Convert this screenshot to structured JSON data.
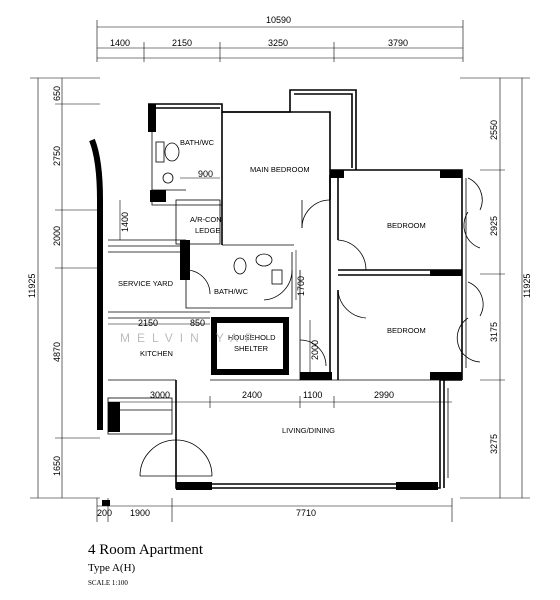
{
  "dimensions": {
    "top_total": "10590",
    "top": [
      "1400",
      "2150",
      "3250",
      "3790"
    ],
    "left_total": "11925",
    "left": [
      "650",
      "2750",
      "2000",
      "4870",
      "1650"
    ],
    "right_total": "11925",
    "right": [
      "2550",
      "2925",
      "3175",
      "3275"
    ],
    "bottom": [
      "200",
      "1900",
      "7710"
    ],
    "inner": {
      "bath_900": "900",
      "aircon_1400": "1400",
      "kitchen_2150": "2150",
      "kitchen_850": "850",
      "corridor_1700": "1700",
      "shelter_2000": "2000",
      "living_3000": "3000",
      "living_2400": "2400",
      "living_1100": "1100",
      "living_2990": "2990"
    }
  },
  "rooms": {
    "bath_wc_1": "BATH/WC",
    "main_bedroom": "MAIN BEDROOM",
    "aircon_line1": "A/R-CON",
    "aircon_line2": "LEDGE",
    "bedroom_1": "BEDROOM",
    "bedroom_2": "BEDROOM",
    "service_yard": "SERVICE YARD",
    "bath_wc_2": "BATH/WC",
    "shelter_line1": "HOUSEHOLD",
    "shelter_line2": "SHELTER",
    "kitchen": "KITCHEN",
    "living_dining": "LIVING/DINING"
  },
  "watermark": "MELVIN  YAP",
  "caption": {
    "title": "4 Room Apartment",
    "type": "Type A(H)",
    "scale": "SCALE 1:100"
  }
}
